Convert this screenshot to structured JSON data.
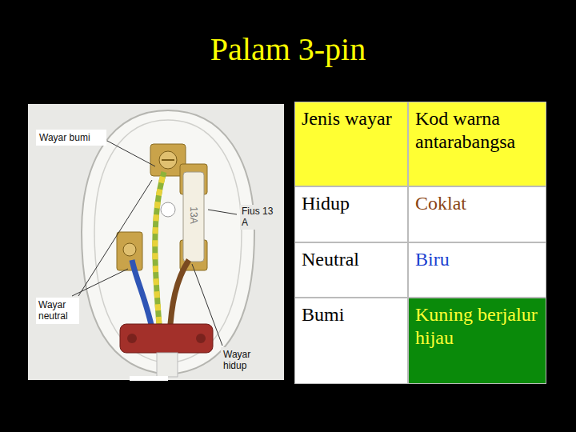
{
  "diagram": {
    "title": "Palam 3-pin",
    "labels": [
      "Wayar bumi",
      "Fius 13 A",
      "13A",
      "Wayar neutral",
      "Wayar hidup",
      "Jenis wayar",
      "Kod warna antarabangsa",
      "Hidup",
      "Coklat",
      "Neutral",
      "Biru",
      "Bumi",
      "Kuning berjalur hijau"
    ]
  }
}
